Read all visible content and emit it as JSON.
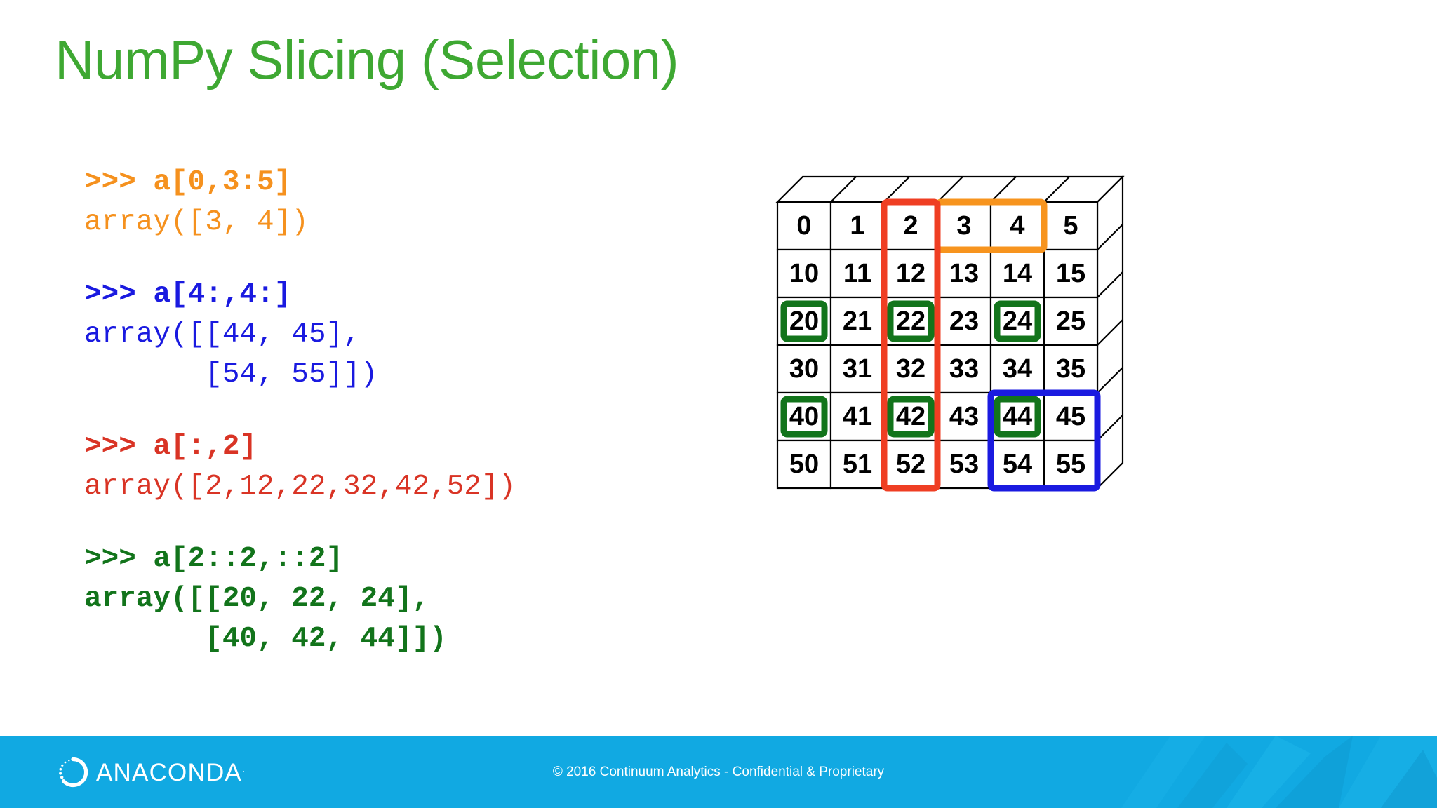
{
  "slide": {
    "title": "NumPy Slicing (Selection)",
    "title_color": "#3ea832",
    "background": "#ffffff"
  },
  "code_blocks": [
    {
      "id": "block-orange",
      "color": "#f5911e",
      "name": "slice-row0-cols3to5",
      "lines": [
        {
          "text": ">>> a[0,3:5]",
          "bold": true
        },
        {
          "text": "array([3, 4])",
          "bold": false
        }
      ]
    },
    {
      "id": "block-blue",
      "color": "#1a1ae0",
      "name": "slice-rows4end-cols4end",
      "lines": [
        {
          "text": ">>> a[4:,4:]",
          "bold": true
        },
        {
          "text": "array([[44, 45],",
          "bold": false
        },
        {
          "text": "       [54, 55]])",
          "bold": false
        }
      ]
    },
    {
      "id": "block-red",
      "color": "#d93425",
      "name": "slice-allrows-col2",
      "lines": [
        {
          "text": ">>> a[:,2]",
          "bold": true
        },
        {
          "text": "array([2,12,22,32,42,52])",
          "bold": false
        }
      ]
    },
    {
      "id": "block-green",
      "color": "#12741b",
      "name": "slice-stride2",
      "lines": [
        {
          "text": ">>> a[2::2,::2]",
          "bold": true
        },
        {
          "text": "array([[20, 22, 24],",
          "bold": true
        },
        {
          "text": "       [40, 42, 44]])",
          "bold": true
        }
      ]
    }
  ],
  "matrix": {
    "name": "numpy-array-grid",
    "rows": 6,
    "cols": 6,
    "values": [
      [
        0,
        1,
        2,
        3,
        4,
        5
      ],
      [
        10,
        11,
        12,
        13,
        14,
        15
      ],
      [
        20,
        21,
        22,
        23,
        24,
        25
      ],
      [
        30,
        31,
        32,
        33,
        34,
        35
      ],
      [
        40,
        41,
        42,
        43,
        44,
        45
      ],
      [
        50,
        51,
        52,
        53,
        54,
        55
      ]
    ],
    "cell_text_color": "#000000",
    "grid_line_color": "#000000",
    "highlights": [
      {
        "name": "orange-highlight-row0-cols3to4",
        "color": "#f7941e",
        "row_start": 0,
        "row_end": 0,
        "col_start": 3,
        "col_end": 4,
        "label": "a[0,3:5]"
      },
      {
        "name": "red-highlight-col2",
        "color": "#ef3e23",
        "row_start": 0,
        "row_end": 5,
        "col_start": 2,
        "col_end": 2,
        "label": "a[:,2]"
      },
      {
        "name": "blue-highlight-rows4to5-cols4to5",
        "color": "#1a1ae0",
        "row_start": 4,
        "row_end": 5,
        "col_start": 4,
        "col_end": 5,
        "label": "a[4:,4:]"
      },
      {
        "name": "green-highlight-cell-20",
        "color": "#12741b",
        "row_start": 2,
        "row_end": 2,
        "col_start": 0,
        "col_end": 0,
        "label": "20"
      },
      {
        "name": "green-highlight-cell-22",
        "color": "#12741b",
        "row_start": 2,
        "row_end": 2,
        "col_start": 2,
        "col_end": 2,
        "label": "22"
      },
      {
        "name": "green-highlight-cell-24",
        "color": "#12741b",
        "row_start": 2,
        "row_end": 2,
        "col_start": 4,
        "col_end": 4,
        "label": "24"
      },
      {
        "name": "green-highlight-cell-40",
        "color": "#12741b",
        "row_start": 4,
        "row_end": 4,
        "col_start": 0,
        "col_end": 0,
        "label": "40"
      },
      {
        "name": "green-highlight-cell-42",
        "color": "#12741b",
        "row_start": 4,
        "row_end": 4,
        "col_start": 2,
        "col_end": 2,
        "label": "42"
      },
      {
        "name": "green-highlight-cell-44",
        "color": "#12741b",
        "row_start": 4,
        "row_end": 4,
        "col_start": 4,
        "col_end": 4,
        "label": "44"
      }
    ]
  },
  "footer": {
    "background": "#11a9e2",
    "logo_text": "ANACONDA",
    "logo_tm": ".",
    "copyright": "© 2016 Continuum Analytics - Confidential & Proprietary",
    "text_color": "#ffffff"
  }
}
